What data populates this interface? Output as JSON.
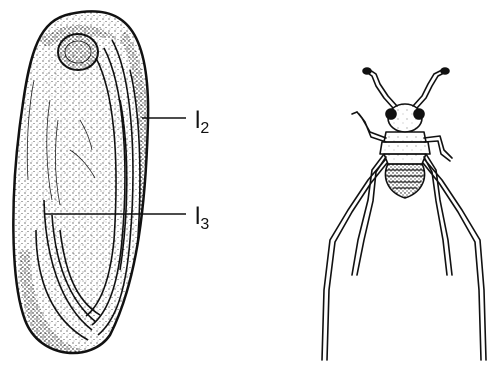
{
  "labels": {
    "upper": {
      "letter": "l",
      "subscript": "2"
    },
    "lower": {
      "letter": "l",
      "subscript": "3"
    }
  },
  "colors": {
    "ink": "#111111",
    "paper": "#ffffff",
    "stipple": "#2a2a2a"
  },
  "illustrations": [
    "egg-embryo-illustration",
    "insect-nymph-illustration"
  ]
}
